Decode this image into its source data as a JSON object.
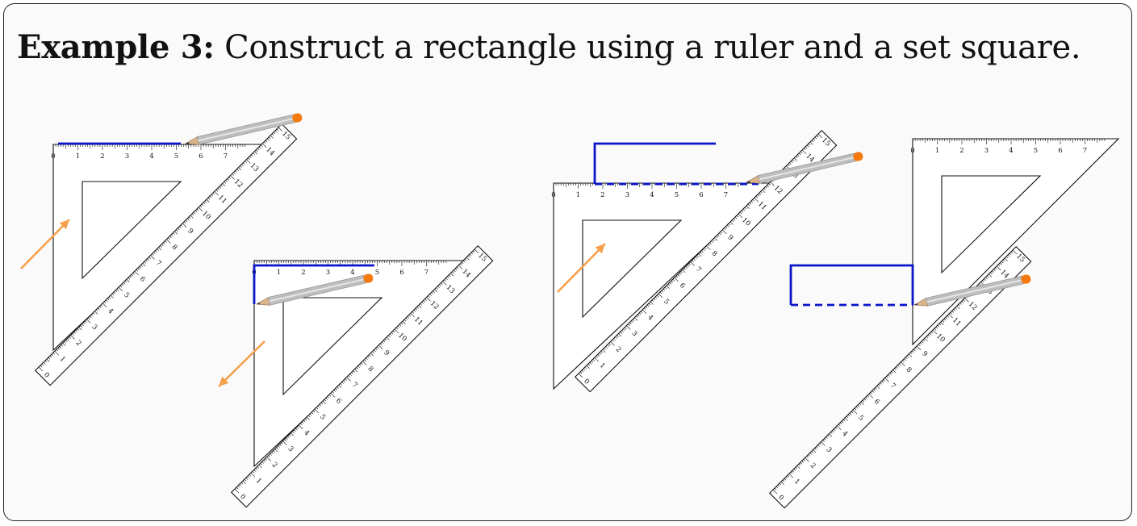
{
  "example": {
    "label": "Example 3:",
    "text": "Construct a rectangle using a ruler and a set square."
  },
  "ruler_ticks": [
    "0",
    "1",
    "2",
    "3",
    "4",
    "5",
    "6",
    "7",
    "8",
    "9",
    "10",
    "11",
    "12",
    "13",
    "14",
    "15"
  ],
  "square_ticks": [
    "0",
    "1",
    "2",
    "3",
    "4",
    "5",
    "6",
    "7"
  ],
  "colors": {
    "line": "#0a14c8",
    "arrow": "#f5a04a",
    "pencil_body": "#bdbdbd",
    "pencil_eraser": "#f47a10",
    "pencil_wood": "#d9b48a",
    "frame_bg": "#fafafa"
  },
  "icons": [
    "pencil-icon",
    "arrow-icon"
  ]
}
